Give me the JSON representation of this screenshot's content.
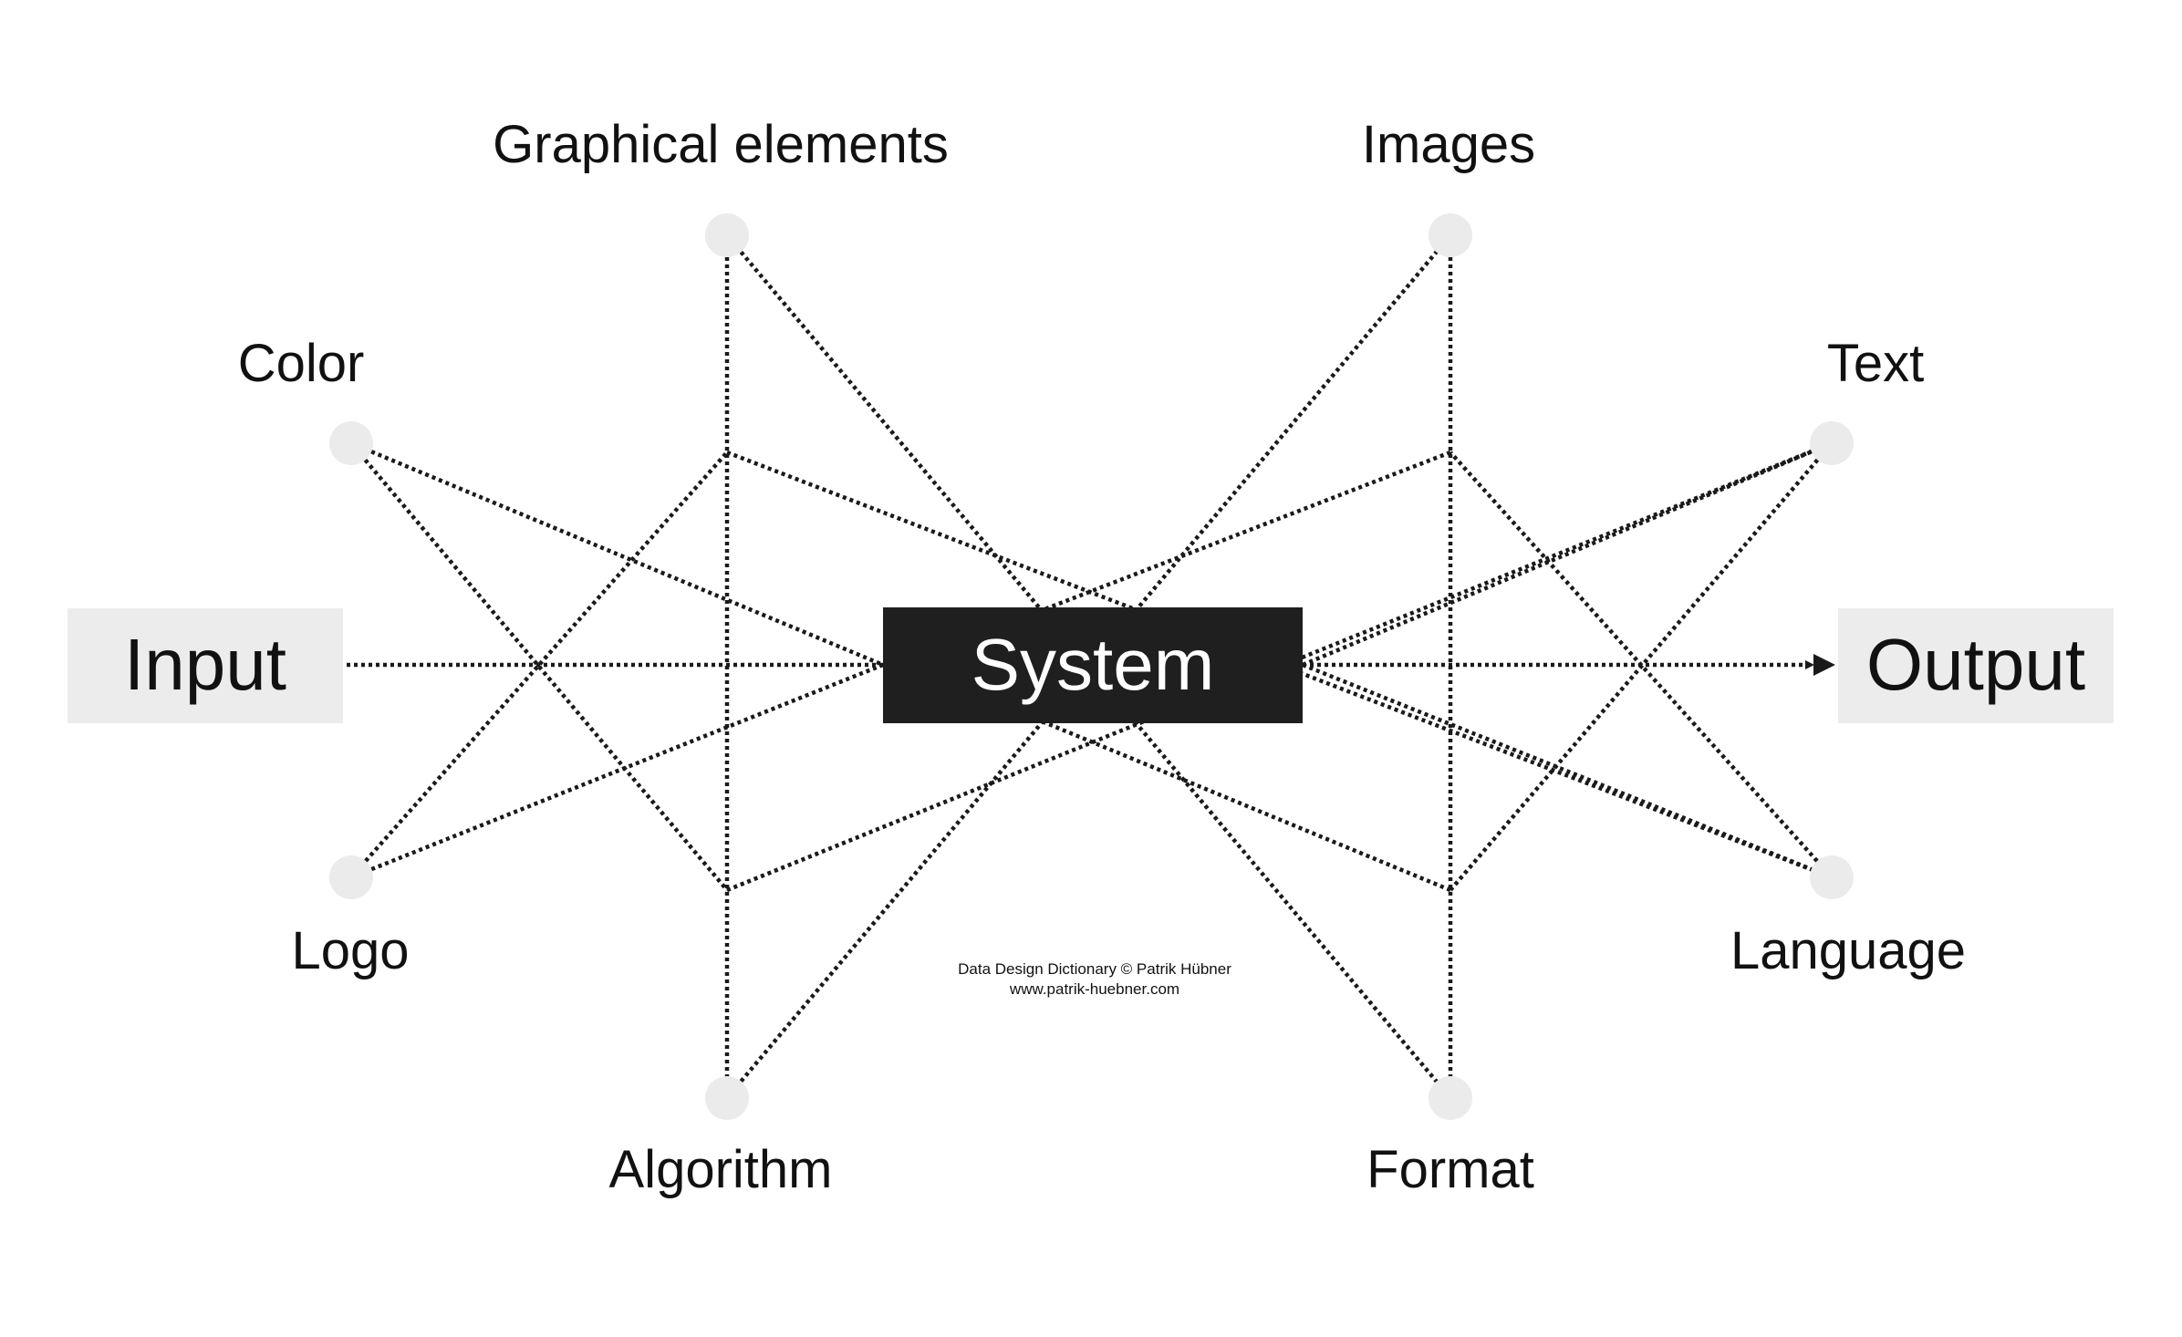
{
  "diagram": {
    "input_label": "Input",
    "system_label": "System",
    "output_label": "Output",
    "nodes": {
      "graphical_elements": "Graphical elements",
      "images": "Images",
      "color": "Color",
      "text": "Text",
      "logo": "Logo",
      "language": "Language",
      "algorithm": "Algorithm",
      "format": "Format"
    },
    "credit_line1": "Data Design Dictionary © Patrik Hübner",
    "credit_line2": "www.patrik-huebner.com",
    "colors": {
      "system_fill": "#1f1f1f",
      "io_box_fill": "#ececec",
      "node_fill": "#ebebeb",
      "line": "#1a1a1a"
    }
  }
}
